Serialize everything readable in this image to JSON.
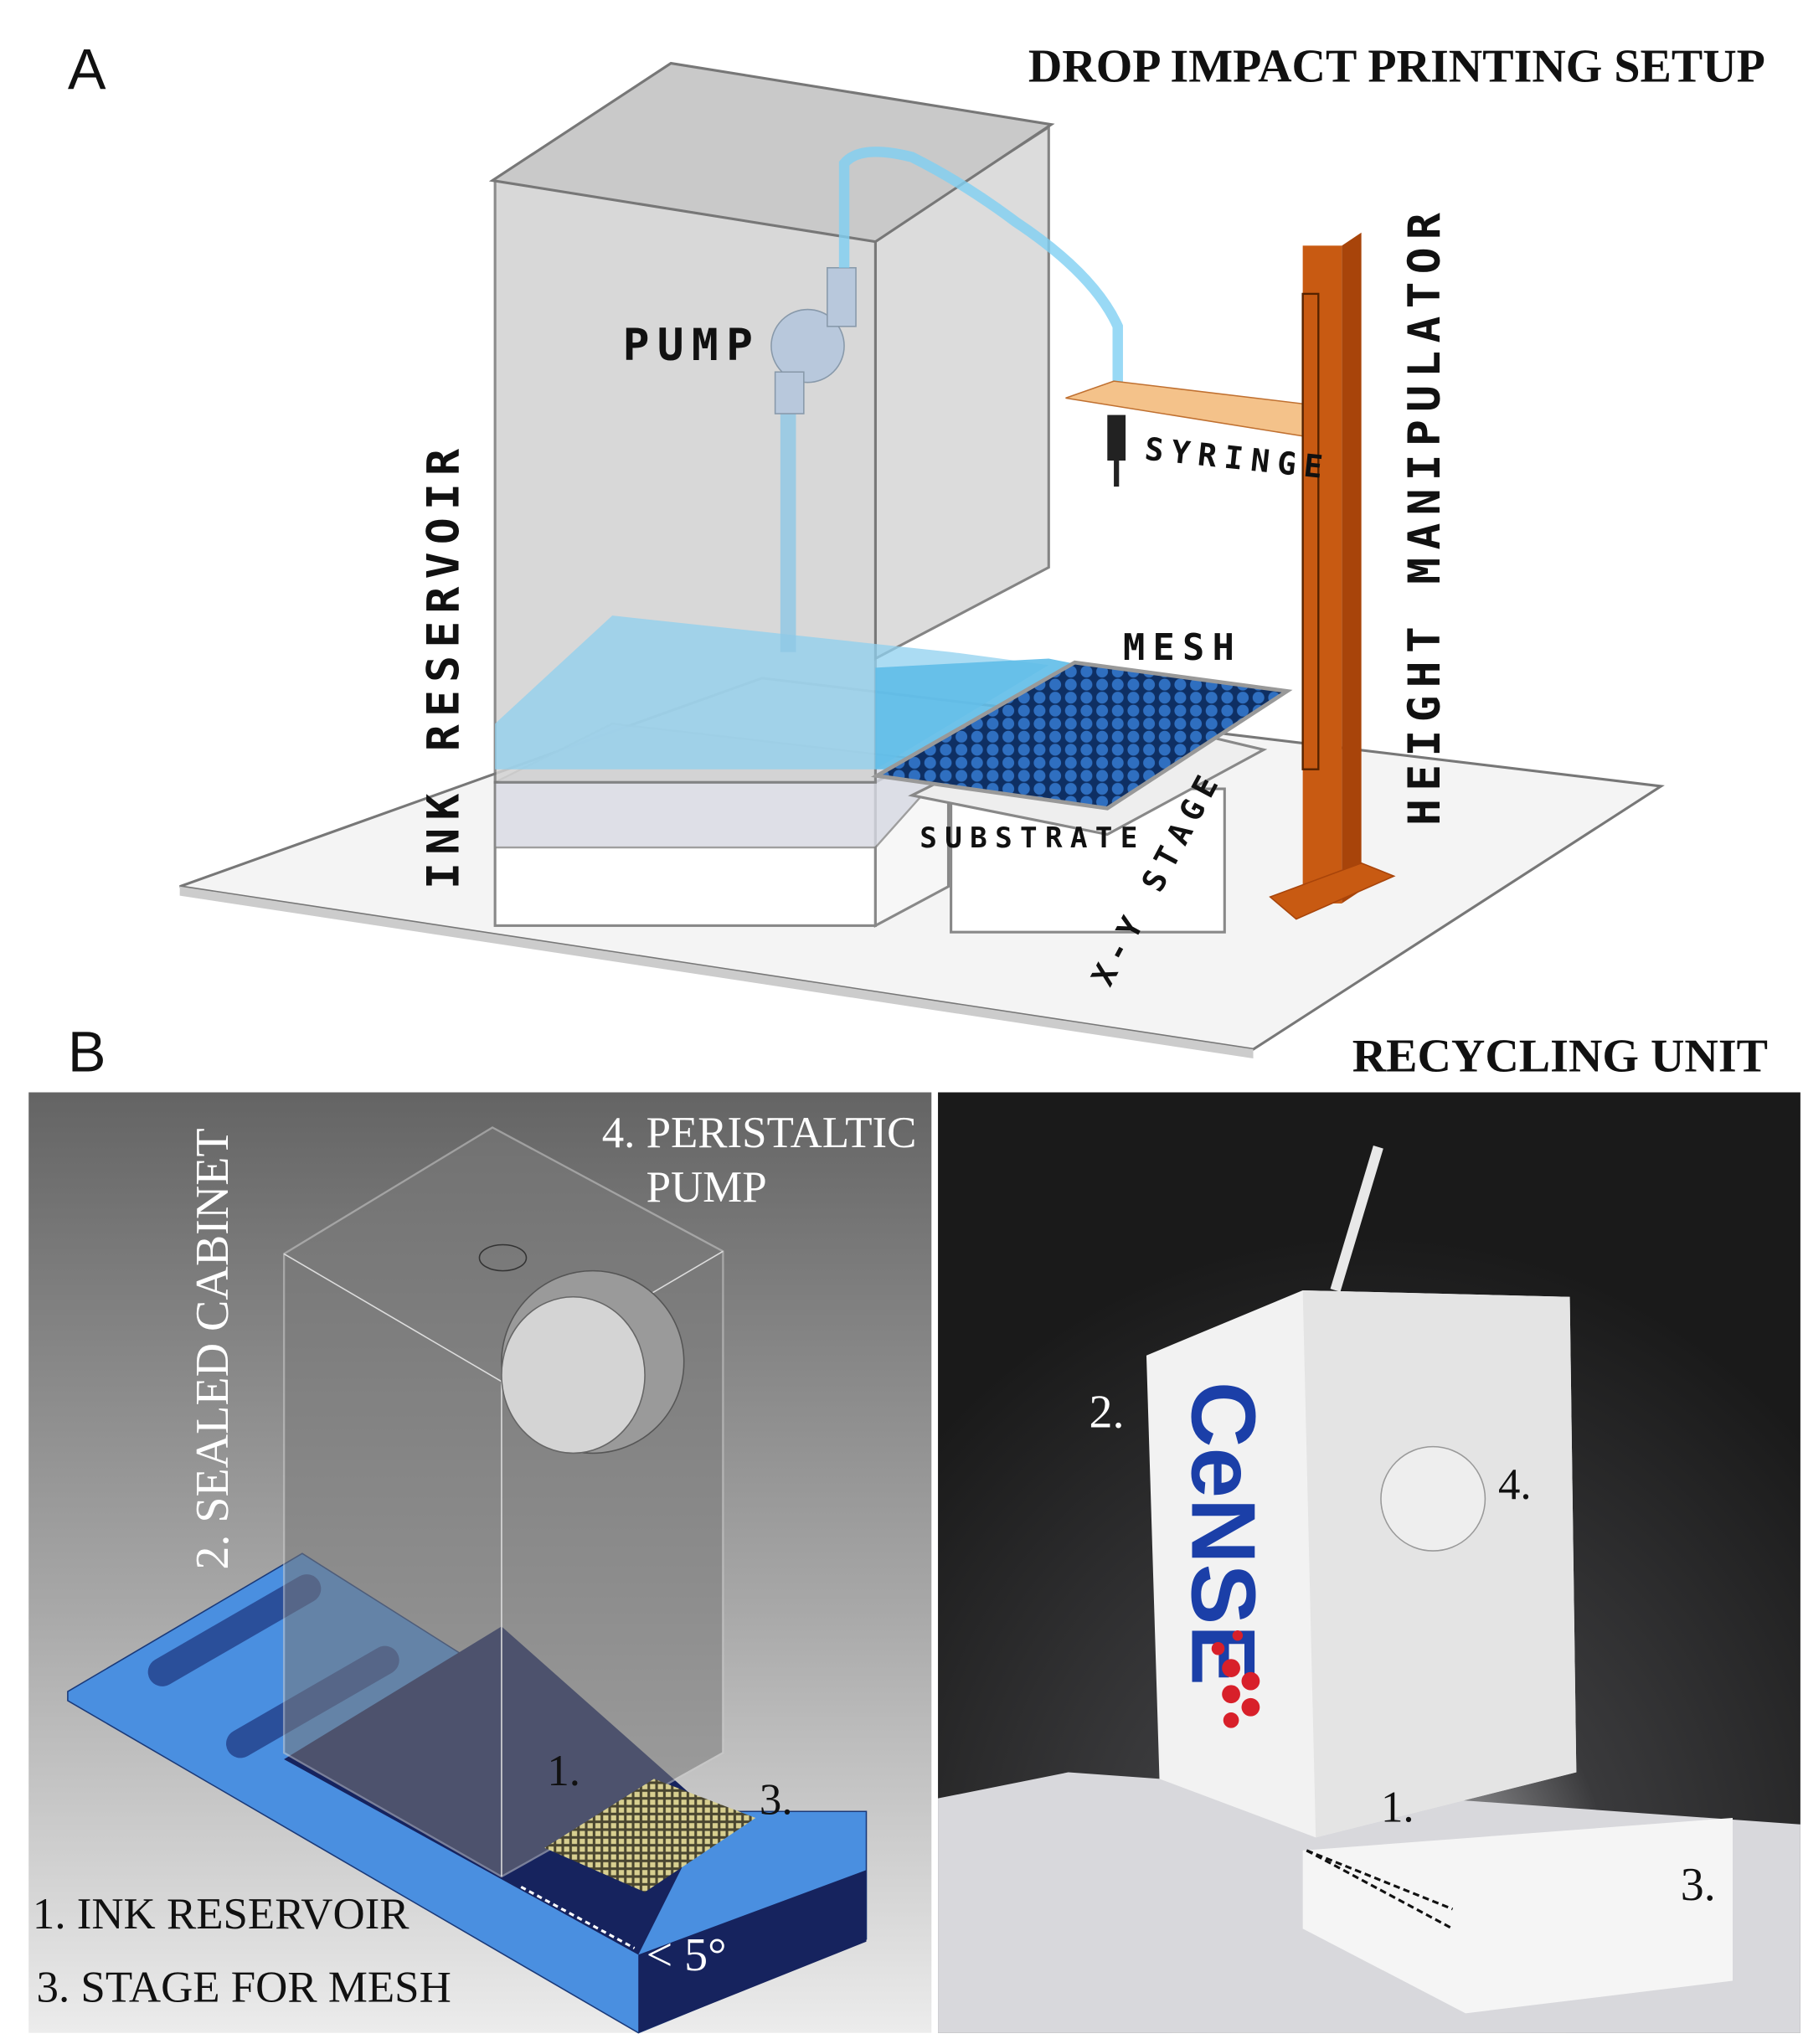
{
  "panel_a": {
    "letter": "A",
    "title": "DROP IMPACT PRINTING SETUP",
    "labels": {
      "pump": "PUMP",
      "syringe": "SYRINGE",
      "mesh": "MESH",
      "substrate": "SUBSTRATE",
      "xy_stage": "X-Y STAGE",
      "ink_reservoir": "INK RESERVOIR",
      "height_manipulator": "HEIGHT MANIPULATOR"
    }
  },
  "panel_b": {
    "letter": "B",
    "title": "RECYCLING UNIT",
    "cad": {
      "pump_line1": "4. PERISTALTIC",
      "pump_line2": "PUMP",
      "cabinet": "2. SEALED CABINET",
      "num1": "1.",
      "num3": "3.",
      "legend1": "1. INK  RESERVOIR",
      "legend3": "3. STAGE FOR MESH",
      "angle": "< 5°"
    },
    "photo": {
      "num2": "2.",
      "num4": "4.",
      "num1": "1.",
      "num3": "3.",
      "logo": "CeNSE"
    }
  },
  "colors": {
    "orange": "#c85a12",
    "blue": "#4a8fe0",
    "navy": "#16235e",
    "ink": "#8fd0ef"
  }
}
